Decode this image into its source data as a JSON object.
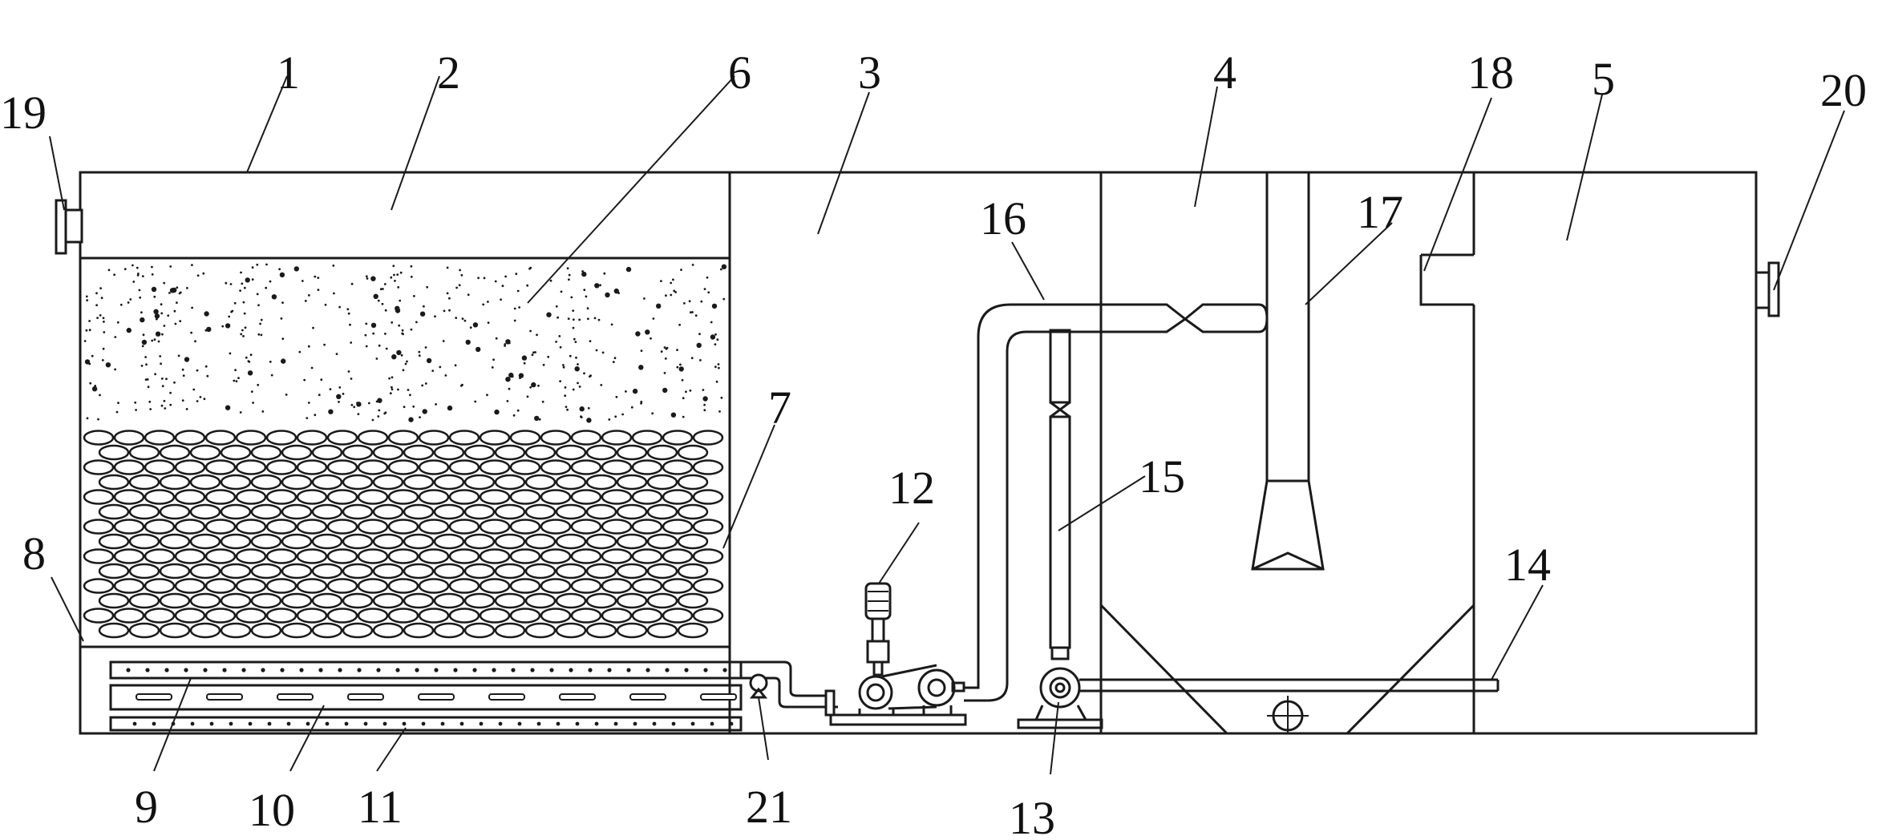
{
  "labels": {
    "l1": "1",
    "l2": "2",
    "l3": "3",
    "l4": "4",
    "l5": "5",
    "l6": "6",
    "l7": "7",
    "l8": "8",
    "l9": "9",
    "l10": "10",
    "l11": "11",
    "l12": "12",
    "l13": "13",
    "l14": "14",
    "l15": "15",
    "l16": "16",
    "l17": "17",
    "l18": "18",
    "l19": "19",
    "l20": "20",
    "l21": "21"
  },
  "colors": {
    "ink": "#1a1a1a",
    "paper": "#ffffff"
  }
}
